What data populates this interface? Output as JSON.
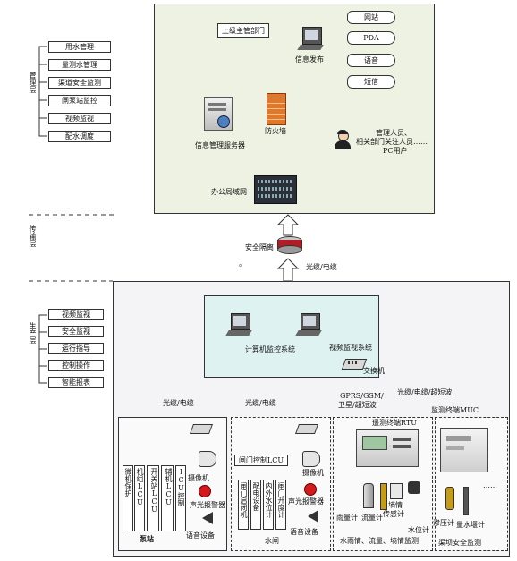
{
  "layers": {
    "management": "管理层",
    "transmission": "传输层",
    "production": "生产层"
  },
  "management_items": [
    "用水管理",
    "量测水管理",
    "渠道安全监测",
    "闸泵站监控",
    "视频监视",
    "配水调度"
  ],
  "production_items": [
    "视频监视",
    "安全监视",
    "运行指导",
    "控制操作",
    "智能报表"
  ],
  "top_panel": {
    "superior_dept": "上级主管部门",
    "info_publish": "信息发布",
    "outputs": [
      "网站",
      "PDA",
      "语音",
      "短信"
    ],
    "firewall": "防火墙",
    "info_server": "信息管理服务器",
    "office_lan": "办公局域网",
    "users_line1": "管理人员、",
    "users_line2": "相关部门关注人员……",
    "users_line3": "PC用户"
  },
  "transmission": {
    "security_isolation": "安全隔离",
    "link": "光缆/电缆",
    "dot": "。"
  },
  "system_panel": {
    "computer_monitor": "计算机监控系统",
    "video_monitor": "视频监视系统",
    "switch": "交换机"
  },
  "links": {
    "pump_link": "光缆/电缆",
    "gate_link": "光缆/电缆",
    "gprs_line1": "GPRS/GSM/",
    "gprs_line2": "卫星/超短波",
    "muc_line1": "光缆/电缆/超短波",
    "muc_line2": "监测终端MUC"
  },
  "pump_station": {
    "label": "泵站",
    "lcu_cols": [
      "微机保护",
      "机组LCU",
      "开关站LCU",
      "辅机LCU",
      "ICU控制"
    ],
    "camera": "摄像机",
    "alarm": "声光报警器",
    "voice": "语音设备"
  },
  "gate": {
    "label": "水闸",
    "gate_lcu": "闸门控制LCU",
    "cols": [
      "闸门启闭机",
      "配电设备",
      "内外水位计",
      "闸门开度计"
    ],
    "camera": "摄像机",
    "alarm": "声光报警器",
    "voice": "语音设备"
  },
  "water_monitor": {
    "rtu": "遥测终端RTU",
    "rain": "雨量计",
    "flow": "流量计",
    "moisture_line1": "墒情",
    "moisture_line2": "传感计",
    "level": "水位计",
    "caption": "水雨情、流量、墒情监测"
  },
  "canal_safety": {
    "piezometer": "渗压计",
    "level": "量水堰计",
    "dots": "……",
    "caption": "渠坝安全监测"
  }
}
